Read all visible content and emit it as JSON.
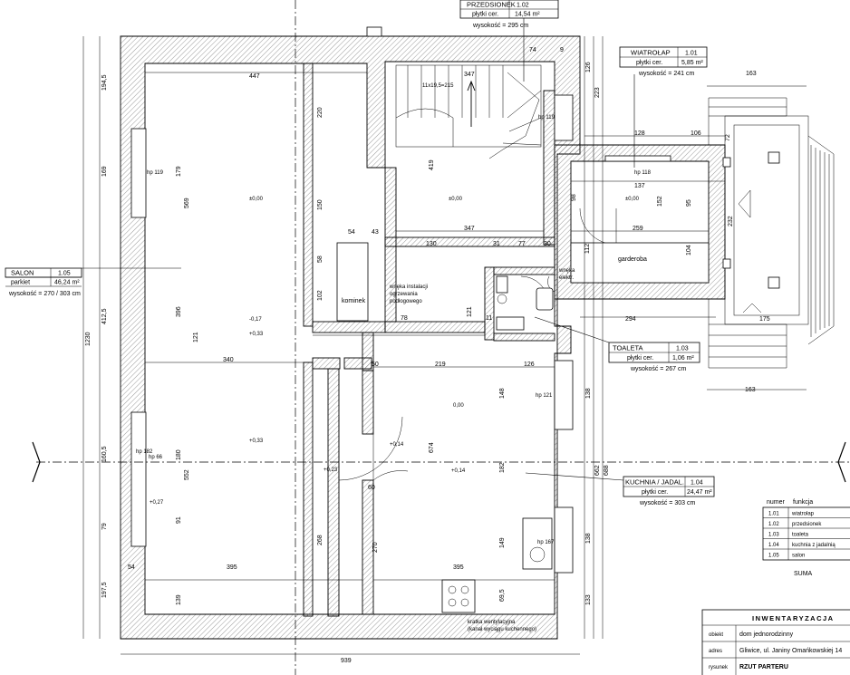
{
  "rooms": {
    "salon": {
      "number": "1.05",
      "name": "SALON",
      "floor": "parkiet",
      "area": "46,24 m²",
      "height": "wysokość = 270 / 303 cm"
    },
    "przedsionek": {
      "number": "1.02",
      "name": "PRZEDSIONEK",
      "floor": "płytki cer.",
      "area": "14,54 m²",
      "height": "wysokość = 295 cm"
    },
    "wiatrolap": {
      "number": "1.01",
      "name": "WIATROŁAP",
      "floor": "płytki cer.",
      "area": "5,85 m²",
      "height": "wysokość = 241 cm"
    },
    "toaleta": {
      "number": "1.03",
      "name": "TOALETA",
      "floor": "płytki cer.",
      "area": "1,06 m²",
      "height": "wysokość = 267 cm"
    },
    "kuchnia": {
      "number": "1.04",
      "name": "KUCHNIA / JADAL.",
      "floor": "płytki cer.",
      "area": "24,47 m²",
      "height": "wysokość = 303 cm"
    }
  },
  "room_table": {
    "headers": [
      "numer",
      "funkcja"
    ],
    "rows": [
      [
        "1.01",
        "wiatrołap"
      ],
      [
        "1.02",
        "przedsionek"
      ],
      [
        "1.03",
        "toaleta"
      ],
      [
        "1.04",
        "kuchnia z jadalnią"
      ],
      [
        "1.05",
        "salon"
      ]
    ],
    "sum_label": "SUMA"
  },
  "title_block": {
    "title": "INWENTARYZACJA",
    "obiekt_label": "obiekt",
    "obiekt_value": "dom jednorodzinny",
    "adres_label": "adres",
    "adres_value": "Gliwice, ul. Janiny Omańkowskiej 14",
    "rysunek_label": "rysunek",
    "rysunek_value": "RZUT PARTERU"
  },
  "annotations": {
    "kominek": "kominek",
    "garderoba": "garderoba",
    "wneka_instal": [
      "wnęka instalacji",
      "ogrzewania",
      "podłogowego"
    ],
    "wneka_elektr": [
      "wnęka",
      "elektr."
    ],
    "kratka": [
      "kratka wentylacyjna",
      "(kanał wyciągu kuchennego)"
    ],
    "stairs": "11x19,5=215"
  },
  "dimensions": {
    "top": [
      "447",
      "220",
      "347",
      "74",
      "9",
      "126",
      "163"
    ],
    "bottom": [
      "54",
      "395",
      "395",
      "939"
    ],
    "left": [
      "194,5",
      "169",
      "412,5",
      "160,5",
      "79",
      "197,5",
      "1230"
    ],
    "right": [
      "223",
      "138",
      "688",
      "662",
      "138",
      "133"
    ],
    "interior": [
      "569",
      "179",
      "396",
      "121",
      "340",
      "180",
      "552",
      "91",
      "139",
      "54",
      "43",
      "150",
      "58",
      "102",
      "347",
      "419",
      "130",
      "31",
      "77",
      "30",
      "78",
      "121",
      "11",
      "50",
      "219",
      "126",
      "148",
      "674",
      "182",
      "149",
      "69,5",
      "270",
      "268",
      "60",
      "137",
      "128",
      "106",
      "152",
      "259",
      "294",
      "175",
      "232",
      "163",
      "98",
      "95",
      "112",
      "104",
      "72"
    ],
    "levels": [
      "±0,00",
      "±0,00",
      "±0,00",
      "-0,17",
      "+0,33",
      "+0,33",
      "+0,23",
      "+0,14",
      "+0,14",
      "+0,27",
      "0,00"
    ],
    "windows": [
      "hp 119",
      "hp 66",
      "hp 182",
      "hp 121",
      "hp 167",
      "hp 118",
      "hp 119"
    ]
  },
  "colors": {
    "line": "#000000",
    "background": "#ffffff",
    "hatch": "#555555"
  }
}
